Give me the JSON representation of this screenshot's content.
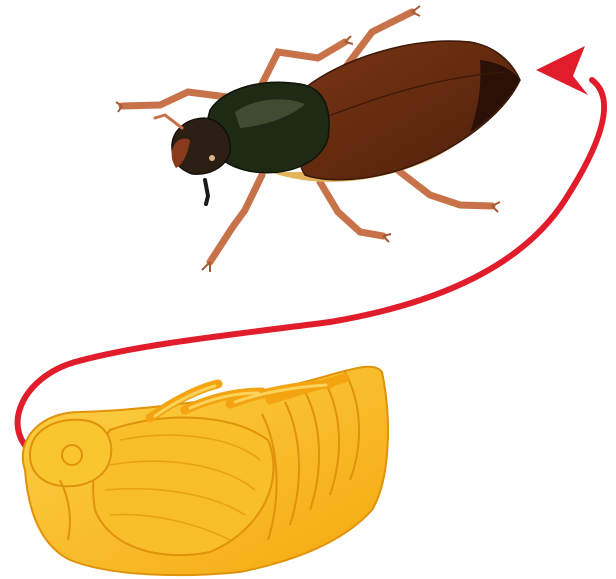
{
  "diagram": {
    "subject": "",
    "stages": [
      {
        "id": "pupa",
        "icon": "pupa-icon"
      },
      {
        "id": "adult",
        "icon": "beetle-icon"
      }
    ],
    "arrow": {
      "from": "pupa",
      "to": "adult",
      "icon": "arrow-icon"
    }
  },
  "colors": {
    "background": "#ffffff",
    "arrow": "#e11d2b",
    "beetle_thorax": "#1f2a14",
    "beetle_elytra": "#6b2e10",
    "beetle_legs": "#c8724a",
    "pupa_body": "#f7b516",
    "pupa_outline": "#e0920a"
  }
}
